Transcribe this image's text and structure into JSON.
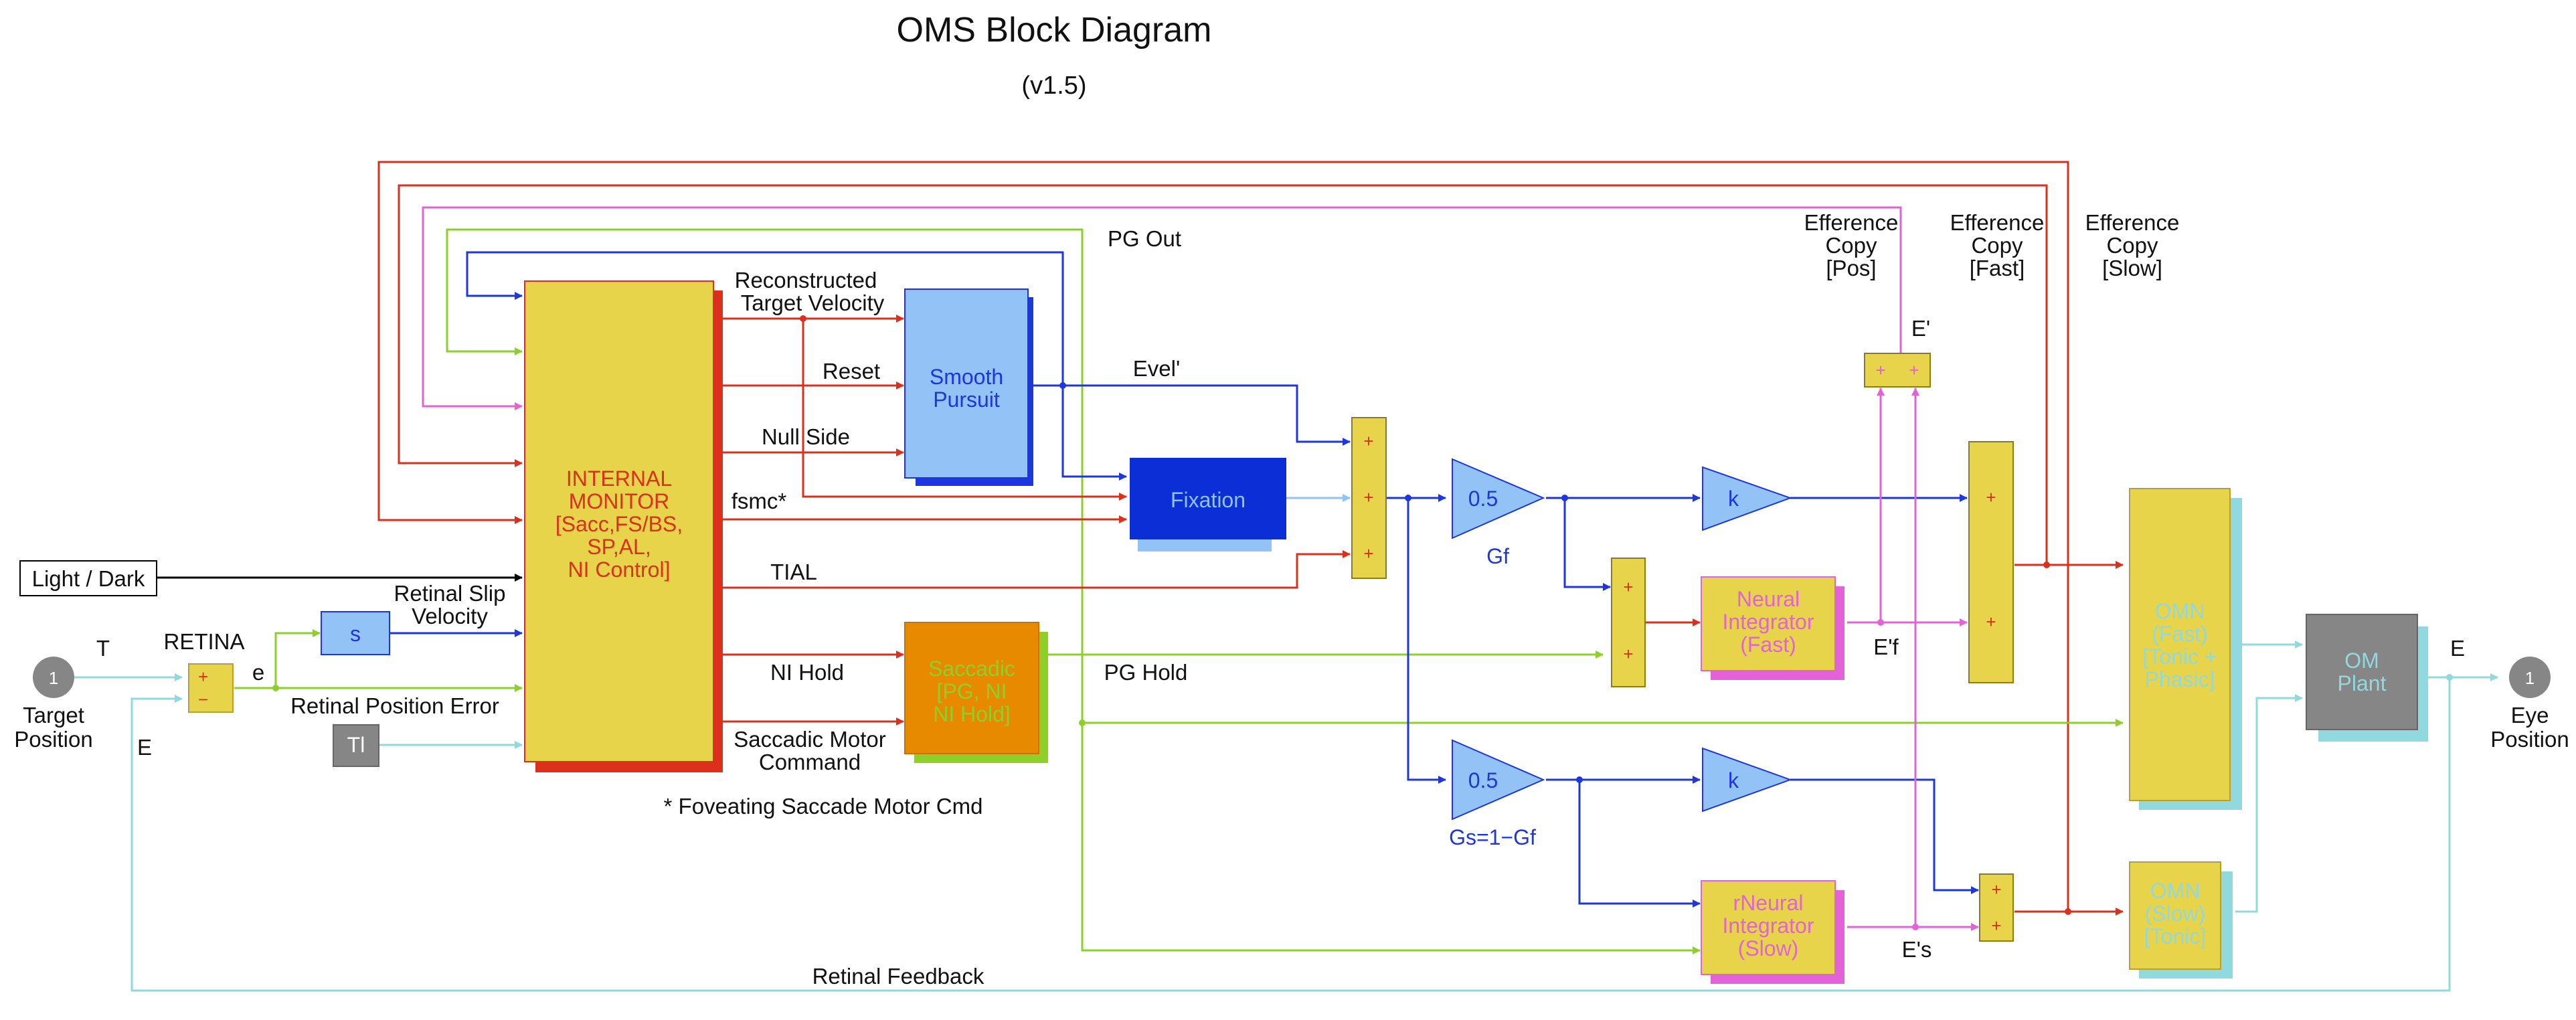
{
  "title": "OMS Block Diagram",
  "subtitle": "(v1.5)",
  "colors": {
    "yellow": "#e8d44a",
    "red": "#dc2f1c",
    "blue": "#1e36e0",
    "green": "#8ed02a",
    "magenta": "#e362d8",
    "cyan": "#8fd9df",
    "lightblue": "#93c2f6",
    "orange": "#e88a00",
    "gray": "#868686",
    "black": "#000000"
  },
  "ports": {
    "target": {
      "number": "1",
      "label_line1": "Target",
      "label_line2": "Position"
    },
    "eye": {
      "number": "1",
      "label_line1": "Eye",
      "label_line2": "Position"
    }
  },
  "blocks": {
    "light_dark": "Light / Dark",
    "retina": "RETINA",
    "derivative": "s",
    "tl": "Tl",
    "internal_monitor": [
      "INTERNAL",
      "MONITOR",
      "[Sacc,FS/BS,",
      "SP,AL,",
      "NI Control]"
    ],
    "smooth_pursuit": [
      "Smooth",
      "Pursuit"
    ],
    "fixation": "Fixation",
    "saccadic": [
      "Saccadic",
      "[PG, NI",
      "NI Hold]"
    ],
    "gain_fast": {
      "value": "0.5",
      "label": "Gf"
    },
    "gain_slow": {
      "value": "0.5",
      "label": "Gs=1−Gf"
    },
    "k_fast": "k",
    "k_slow": "k",
    "neural_integrator_fast": [
      "Neural",
      "Integrator",
      "(Fast)"
    ],
    "neural_integrator_slow": [
      "rNeural",
      "Integrator",
      "(Slow)"
    ],
    "omn_fast": [
      "OMN",
      "(Fast)",
      "[Tonic +",
      "Phasic]"
    ],
    "omn_slow": [
      "OMN",
      "(Slow)",
      "[Tonic]"
    ],
    "om_plant": [
      "OM",
      "Plant"
    ],
    "sum_plus": "+",
    "sum_minus": "−"
  },
  "signals": {
    "T": "T",
    "e": "e",
    "E_left": "E",
    "E_right": "E",
    "retinal_slip": [
      "Retinal Slip",
      "Velocity"
    ],
    "retinal_position_error": "Retinal Position Error",
    "reconstructed": [
      "Reconstructed",
      "Target  Velocity"
    ],
    "reset": "Reset",
    "null_side": "Null  Side",
    "fsmc": "fsmc*",
    "tial": "TIAL",
    "ni_hold": "NI Hold",
    "saccadic_motor": [
      "Saccadic Motor",
      "Command"
    ],
    "pg_out": "PG Out",
    "pg_hold": "PG Hold",
    "evel": "Evel'",
    "e_prime": "E'",
    "e_prime_f": "E'f",
    "e_prime_s": "E's",
    "efference_pos": [
      "Efference",
      "Copy",
      "[Pos]"
    ],
    "efference_fast": [
      "Efference",
      "Copy",
      "[Fast]"
    ],
    "efference_slow": [
      "Efference",
      "Copy",
      "[Slow]"
    ],
    "retinal_feedback": "Retinal Feedback"
  },
  "footnote": "* Foveating Saccade Motor Cmd"
}
